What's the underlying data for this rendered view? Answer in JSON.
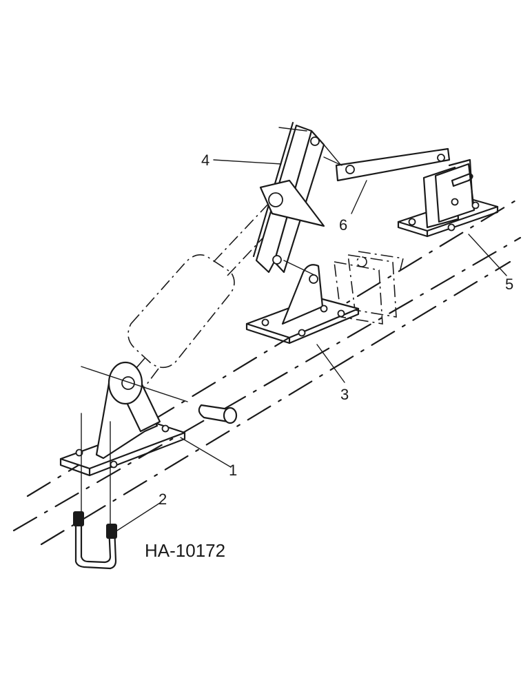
{
  "figure": {
    "id": "HA-10172",
    "callouts": [
      {
        "id": "c1",
        "text": "1"
      },
      {
        "id": "c2",
        "text": "2"
      },
      {
        "id": "c3",
        "text": "3"
      },
      {
        "id": "c4",
        "text": "4"
      },
      {
        "id": "c5",
        "text": "5"
      },
      {
        "id": "c6",
        "text": "6"
      }
    ],
    "parts": [
      {
        "callout": "1",
        "name": "anchor-bracket"
      },
      {
        "callout": "2",
        "name": "u-bolt"
      },
      {
        "callout": "3",
        "name": "cylinder-mount-bracket"
      },
      {
        "callout": "4",
        "name": "lift-arm"
      },
      {
        "callout": "5",
        "name": "clevis-bracket"
      },
      {
        "callout": "6",
        "name": "link-bar"
      }
    ]
  }
}
